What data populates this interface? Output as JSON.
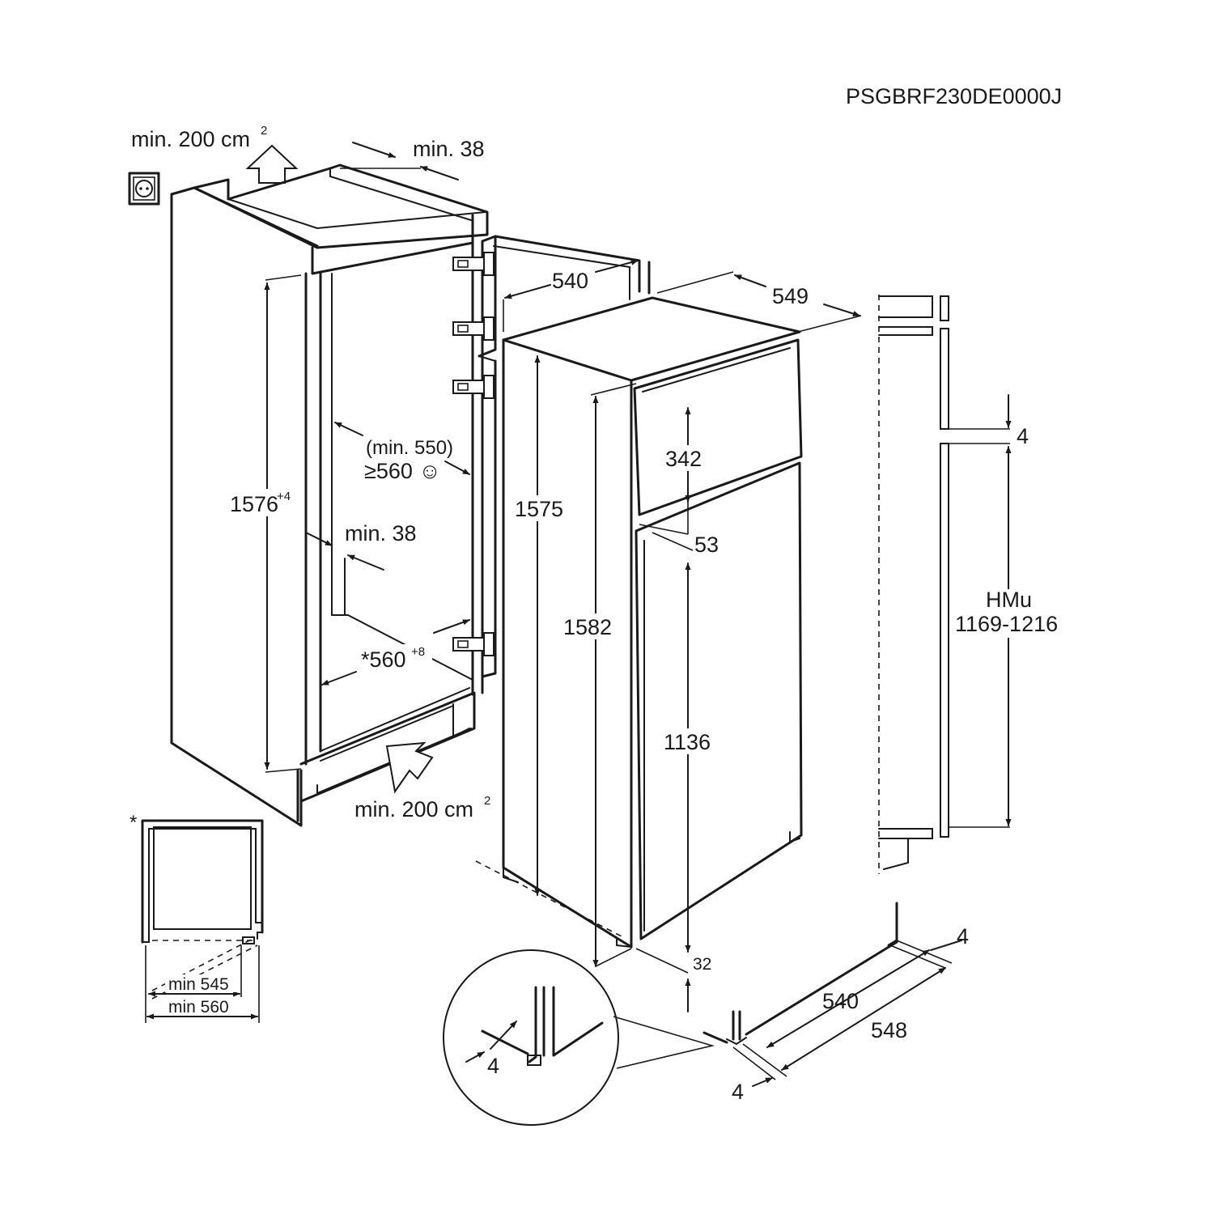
{
  "model_code": "PSGBRF230DE0000J",
  "cabinet": {
    "vent_top": {
      "label": "min. 200 cm",
      "sup": "2"
    },
    "vent_bottom": {
      "label": "min. 200 cm",
      "sup": "2"
    },
    "top_gap": "min. 38",
    "rear_gap": "min. 38",
    "height": {
      "label": "1576",
      "sup": "+4"
    },
    "depth_min": "(min. 550)",
    "depth_rec": "≥560 ☺",
    "width": {
      "label": "*560",
      "sup": "+8"
    }
  },
  "appliance": {
    "depth": "540",
    "width": "549",
    "body_height": "1575",
    "total_height": "1582",
    "freezer_door": "342",
    "door_gap": "53",
    "fridge_door": "1136",
    "bottom_gap": "32"
  },
  "side_profile": {
    "gap": "4",
    "hmu_label": "HMu",
    "hmu_range": "1169-1216"
  },
  "base_detail": {
    "depth_inner": "540",
    "depth_outer": "548",
    "offset_back": "4",
    "offset_front": "4",
    "zoom_gap": "4"
  },
  "niche_plan": {
    "footnote_mark": "*",
    "min_inner": "min 545",
    "min_outer": "min 560"
  },
  "icons": [
    "socket-icon",
    "airflow-arrow-icon",
    "smiley-icon"
  ]
}
